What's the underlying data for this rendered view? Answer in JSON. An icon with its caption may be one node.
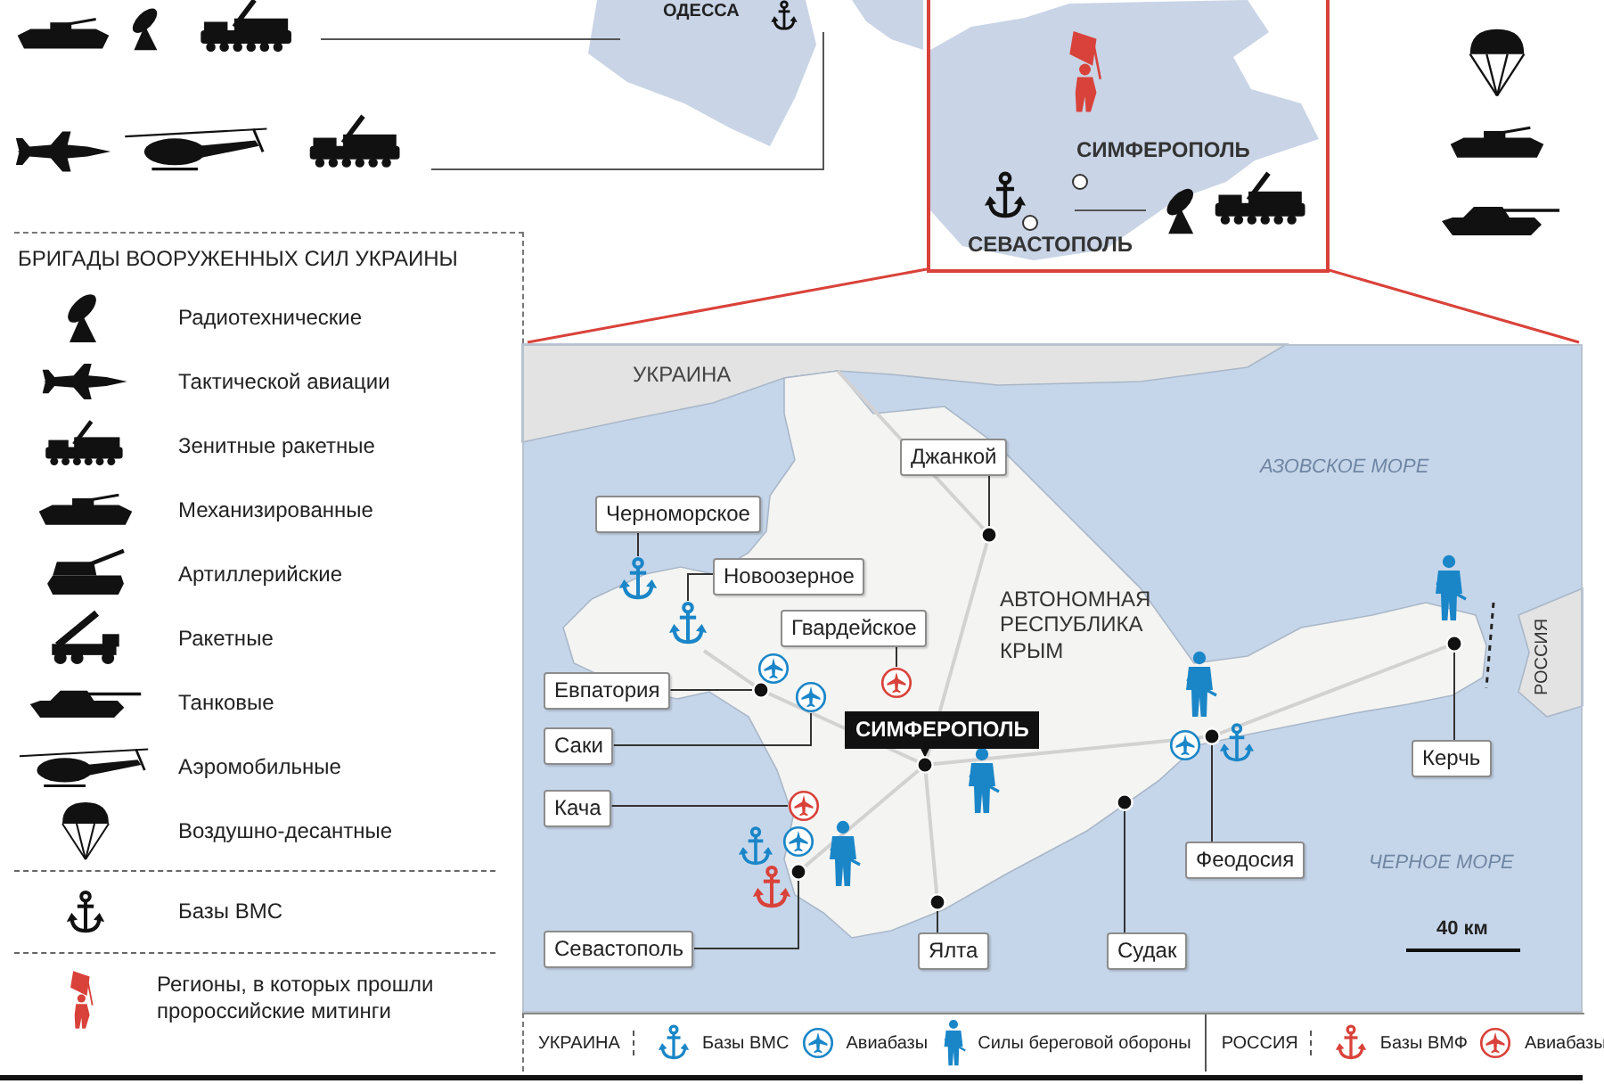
{
  "diagram": {
    "nodes": [
      {
        "text": [
          "Джанкой"
        ]
      },
      {
        "text": [
          "Черноморское"
        ]
      },
      {
        "text": [
          "Новоозерное"
        ]
      },
      {
        "text": [
          "Гвардейское"
        ]
      },
      {
        "text": [
          "Евпатория"
        ]
      },
      {
        "text": [
          "Саки"
        ]
      },
      {
        "text": [
          "СИМФЕРОПОЛЬ"
        ]
      },
      {
        "text": [
          "Кача"
        ]
      },
      {
        "text": [
          "Севастополь"
        ]
      },
      {
        "text": [
          "Ялта"
        ]
      },
      {
        "text": [
          "Судак"
        ]
      },
      {
        "text": [
          "Феодосия"
        ]
      },
      {
        "text": [
          "Керчь"
        ]
      },
      {
        "text": [],
        "shape": "circle"
      },
      {
        "text": [],
        "shape": "picture"
      },
      {
        "text": [],
        "shape": "picture"
      },
      {
        "text": [],
        "shape": "picture"
      },
      {
        "text": [],
        "shape": "circle"
      },
      {
        "text": [],
        "shape": "picture"
      },
      {
        "text": [],
        "shape": "circle"
      },
      {
        "text": [],
        "shape": "picture"
      },
      {
        "text": [],
        "shape": "circle"
      },
      {
        "text": [],
        "shape": "circle"
      },
      {
        "text": [],
        "shape": "circle"
      },
      {
        "text": [],
        "shape": "circle"
      },
      {
        "text": [],
        "shape": "circle"
      }
    ],
    "edges": [
      {
        "from": 0,
        "to": 13,
        "arrow": "none"
      },
      {
        "from": 1,
        "to": 14,
        "arrow": "none"
      },
      {
        "from": 2,
        "to": 15,
        "arrow": "none"
      },
      {
        "from": 3,
        "to": 16,
        "arrow": "none"
      },
      {
        "from": 4,
        "to": 17,
        "arrow": "none"
      },
      {
        "from": 5,
        "to": 18,
        "arrow": "none"
      },
      {
        "from": 6,
        "to": 19,
        "arrow": "to"
      },
      {
        "from": 7,
        "to": 20,
        "arrow": "none"
      },
      {
        "from": 8,
        "to": 21,
        "arrow": "none"
      },
      {
        "from": 9,
        "to": 22,
        "arrow": "none"
      },
      {
        "from": 10,
        "to": 23,
        "arrow": "none"
      },
      {
        "from": 11,
        "to": 24,
        "arrow": "none"
      },
      {
        "from": 12,
        "to": 25,
        "arrow": "none"
      }
    ],
    "labels": [
      "ОДЕССА",
      "СИМФЕРОПОЛЬ",
      "СЕВАСТОПОЛЬ",
      "БРИГАДЫ ВООРУЖЕННЫХ СИЛ УКРАИНЫ",
      "УКРАИНА",
      "АЗОВСКОЕ МОРЕ",
      "АВТОНОМНАЯ РЕСПУБЛИКА КРЫМ",
      "РОССИЯ",
      "ЧЕРНОЕ МОРЕ",
      "40 км",
      "УКРАИНА",
      "РОССИЯ"
    ],
    "legend": [
      {
        "text": "Радиотехнические"
      },
      {
        "text": "Тактической авиации"
      },
      {
        "text": "Зенитные ракетные"
      },
      {
        "text": "Механизированные"
      },
      {
        "text": "Артиллерийские"
      },
      {
        "text": "Ракетные"
      },
      {
        "text": "Танковые"
      },
      {
        "text": "Аэромобильные"
      },
      {
        "text": "Воздушно-десантные"
      },
      {
        "text": "Базы ВМС"
      },
      {
        "text": "Регионы, в которых прошли пророссийские митинги"
      },
      {
        "text": "Базы ВМС"
      },
      {
        "text": "Авиабазы"
      },
      {
        "text": "Силы береговой обороны"
      },
      {
        "text": "Базы ВМФ"
      },
      {
        "text": "Авиабазы"
      }
    ]
  }
}
